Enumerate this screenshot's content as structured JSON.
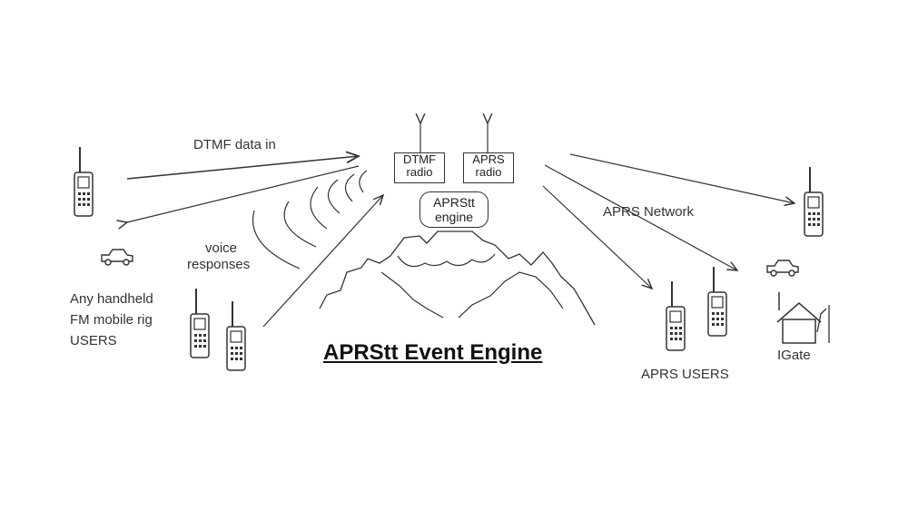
{
  "diagram": {
    "title": "APRStt Event Engine",
    "labels": {
      "dtmf_data_in": "DTMF data in",
      "voice_responses_1": "voice",
      "voice_responses_2": "responses",
      "users_line1": "Any handheld",
      "users_line2": "FM mobile rig",
      "users_line3": "USERS",
      "aprs_network": "APRS Network",
      "aprs_users": "APRS USERS",
      "igate": "IGate"
    },
    "boxes": {
      "dtmf_radio_1": "DTMF",
      "dtmf_radio_2": "radio",
      "aprs_radio_1": "APRS",
      "aprs_radio_2": "radio",
      "engine_1": "APRStt",
      "engine_2": "engine"
    },
    "icons": [
      "handheld-radio-icon",
      "car-icon",
      "mountain-icon",
      "house-icon",
      "antenna-icon"
    ]
  }
}
